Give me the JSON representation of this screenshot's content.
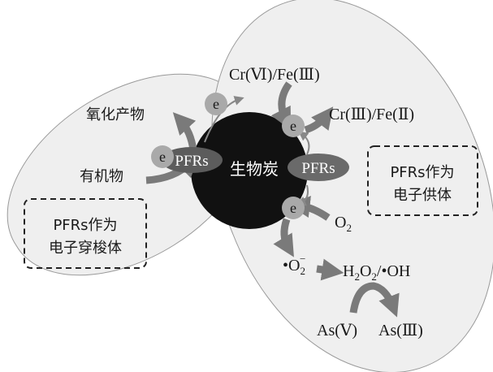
{
  "center_label": "生物炭",
  "pfrs_label": "PFRs",
  "electron_label": "e",
  "left_region": {
    "oxidation_product": "氧化产物",
    "organic_matter": "有机物",
    "box_line1": "PFRs作为",
    "box_line2": "电子穿梭体"
  },
  "right_region": {
    "cr6_fe3": "Cr(Ⅵ)/Fe(Ⅲ)",
    "cr3_fe2": "Cr(Ⅲ)/Fe(Ⅱ)",
    "box_line1": "PFRs作为",
    "box_line2": "电子供体",
    "o2": "O",
    "o2_sub": "2",
    "superoxide": "•O",
    "superoxide_sub": "2",
    "superoxide_sup": "−",
    "h2o2_h": "H",
    "h2o2_sub1": "2",
    "h2o2_o": "O",
    "h2o2_sub2": "2",
    "h2o2_rest": "/•OH",
    "as5": "As(Ⅴ)",
    "as3": "As(Ⅲ)"
  },
  "colors": {
    "region": "#efefef",
    "arrow": "#7a7a7a",
    "biochar": "#111111",
    "electron": "#a9a9a9"
  }
}
